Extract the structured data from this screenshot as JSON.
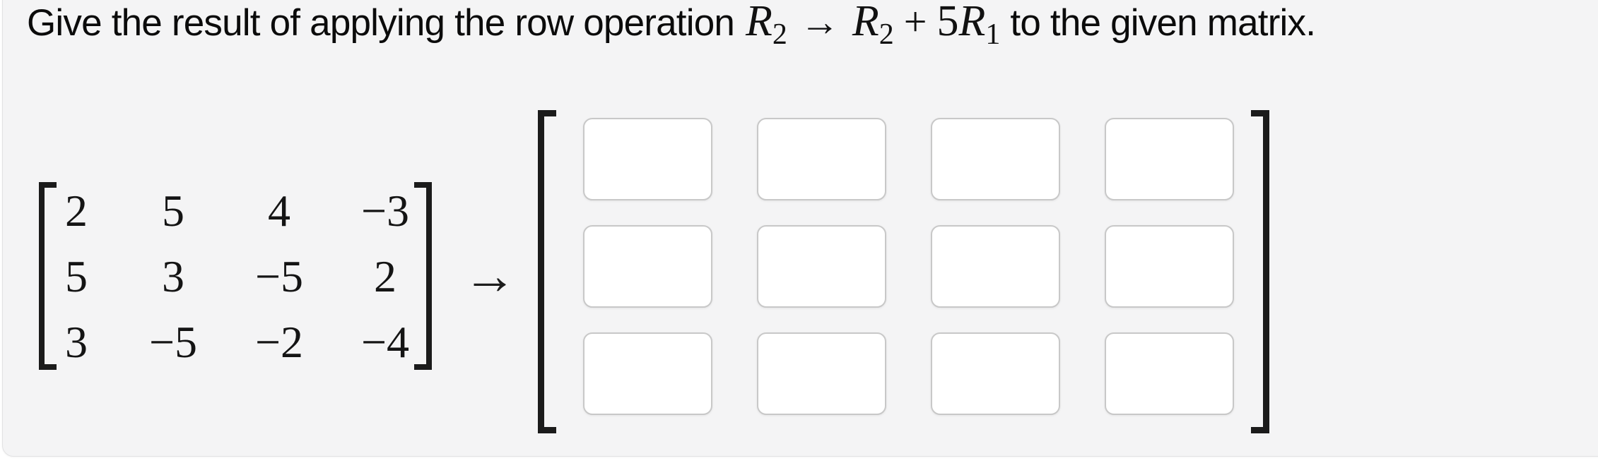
{
  "question": {
    "lead": "Give the result of applying the row operation",
    "operation": {
      "target": "R",
      "target_sub": "2",
      "arrow": "→",
      "source": "R",
      "source_sub": "2",
      "plus": "+",
      "coefficient": "5",
      "source2": "R",
      "source2_sub": "1"
    },
    "tail": "to the given matrix."
  },
  "given_matrix": {
    "rows": [
      [
        "2",
        "5",
        "4",
        "−3"
      ],
      [
        "5",
        "3",
        "−5",
        "2"
      ],
      [
        "3",
        "−5",
        "−2",
        "−4"
      ]
    ]
  },
  "transform_arrow": "→",
  "answer_matrix": {
    "rows": 3,
    "cols": 4,
    "entries": [
      [
        "",
        "",
        "",
        ""
      ],
      [
        "",
        "",
        "",
        ""
      ],
      [
        "",
        "",
        "",
        ""
      ]
    ]
  },
  "colors": {
    "panel_bg": "#f4f4f5",
    "panel_border": "#e2e2e3",
    "input_border": "#c8c8c8",
    "bracket": "#1b1b1b",
    "text": "#0b0b0b"
  }
}
